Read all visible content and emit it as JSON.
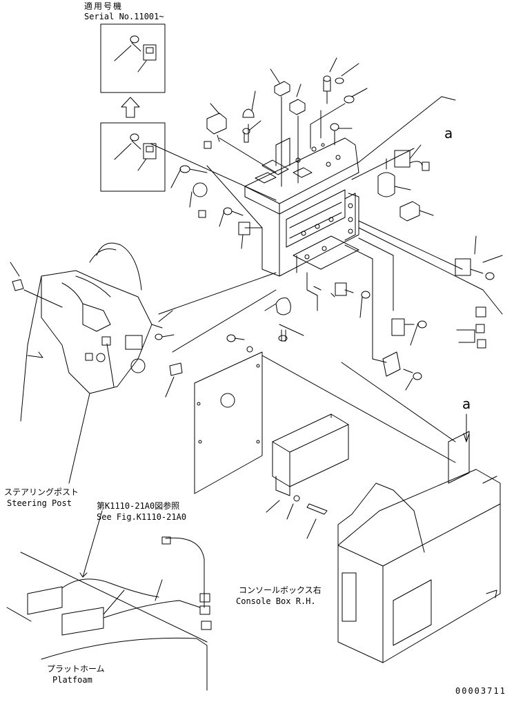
{
  "labels": {
    "serial_jp": "適用号機",
    "serial_en": "Serial No.11001~",
    "ref_a_top": "a",
    "ref_a_bottom": "a",
    "steering_jp": "ステアリングポスト",
    "steering_en": "Steering Post",
    "seefig_jp": "第K1110-21A0図参照",
    "seefig_en": "See Fig.K1110-21A0",
    "console_jp": "コンソールボックス右",
    "console_en": "Console Box R.H.",
    "platform_jp": "プラットホーム",
    "platform_en": "Platfoam",
    "drawing_no": "00003711"
  }
}
